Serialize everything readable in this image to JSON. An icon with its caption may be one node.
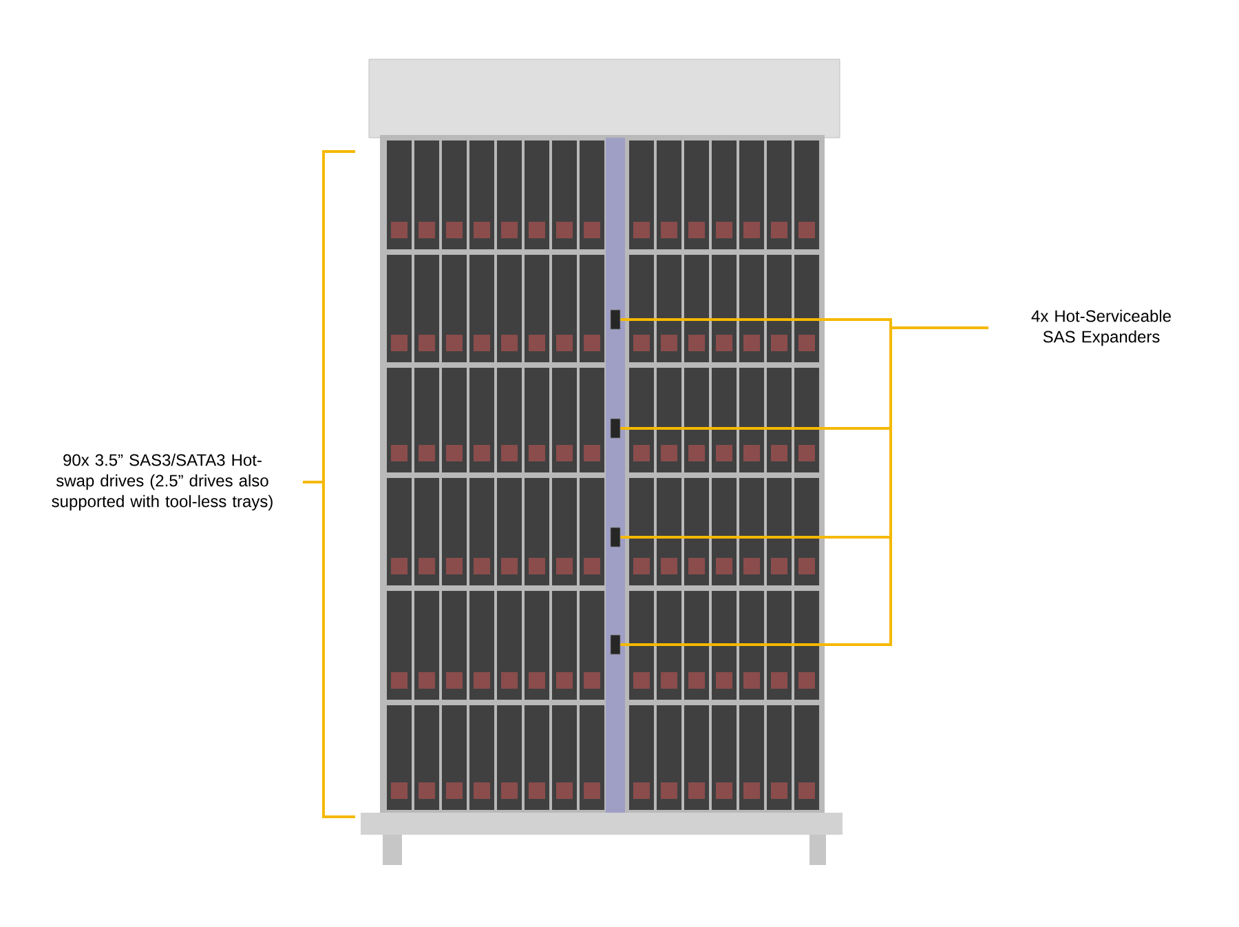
{
  "diagram": {
    "nodes": [
      {
        "text": [
          "4x Hot-Serviceable SAS Expanders"
        ]
      },
      {
        "text": [],
        "shape": "box"
      },
      {
        "text": [],
        "shape": "box"
      },
      {
        "text": [],
        "shape": "box"
      },
      {
        "text": [],
        "shape": "box"
      }
    ],
    "edges": [
      {
        "from": 0,
        "to": 1,
        "arrow": "none"
      },
      {
        "from": 0,
        "to": 2,
        "arrow": "none"
      },
      {
        "from": 0,
        "to": 3,
        "arrow": "none"
      },
      {
        "from": 0,
        "to": 4,
        "arrow": "none"
      }
    ],
    "labels": [
      "90x 3.5” SAS3/SATA3 Hot-swap drives (2.5” drives also supported with tool-less trays)"
    ]
  }
}
